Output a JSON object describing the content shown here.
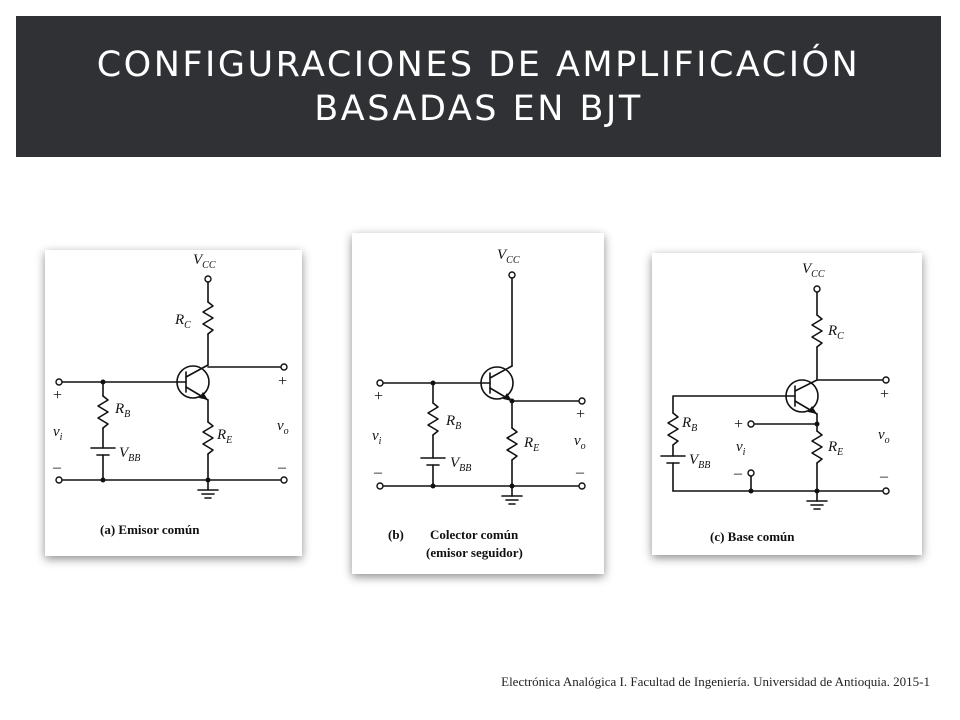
{
  "slide": {
    "title_line1": "CONFIGURACIONES DE AMPLIFICACIÓN",
    "title_line2": "BASADAS EN BJT",
    "footer": "Electrónica Analógica I.  Facultad de Ingeniería.  Universidad de Antioquia.  2015-1"
  },
  "colors": {
    "title_bar": "#2f3135",
    "title_text": "#ffffff",
    "ink": "#111111"
  },
  "circuits": {
    "a": {
      "caption": "(a) Emisor común",
      "vcc": "V",
      "vcc_sub": "CC",
      "rc": "R",
      "rc_sub": "C",
      "rb": "R",
      "rb_sub": "B",
      "re": "R",
      "re_sub": "E",
      "vbb": "V",
      "vbb_sub": "BB",
      "vi": "v",
      "vi_sub": "i",
      "vo": "v",
      "vo_sub": "o",
      "plus": "+",
      "minus": "–"
    },
    "b": {
      "caption_tag": "(b)",
      "caption_line1": "Colector común",
      "caption_line2": "(emisor seguidor)",
      "vcc": "V",
      "vcc_sub": "CC",
      "rb": "R",
      "rb_sub": "B",
      "re": "R",
      "re_sub": "E",
      "vbb": "V",
      "vbb_sub": "BB",
      "vi": "v",
      "vi_sub": "i",
      "vo": "v",
      "vo_sub": "o",
      "plus": "+",
      "minus": "–"
    },
    "c": {
      "caption": "(c) Base común",
      "vcc": "V",
      "vcc_sub": "CC",
      "rc": "R",
      "rc_sub": "C",
      "rb": "R",
      "rb_sub": "B",
      "re": "R",
      "re_sub": "E",
      "vbb": "V",
      "vbb_sub": "BB",
      "vi": "v",
      "vi_sub": "i",
      "vo": "v",
      "vo_sub": "o",
      "plus": "+",
      "minus": "–"
    }
  }
}
